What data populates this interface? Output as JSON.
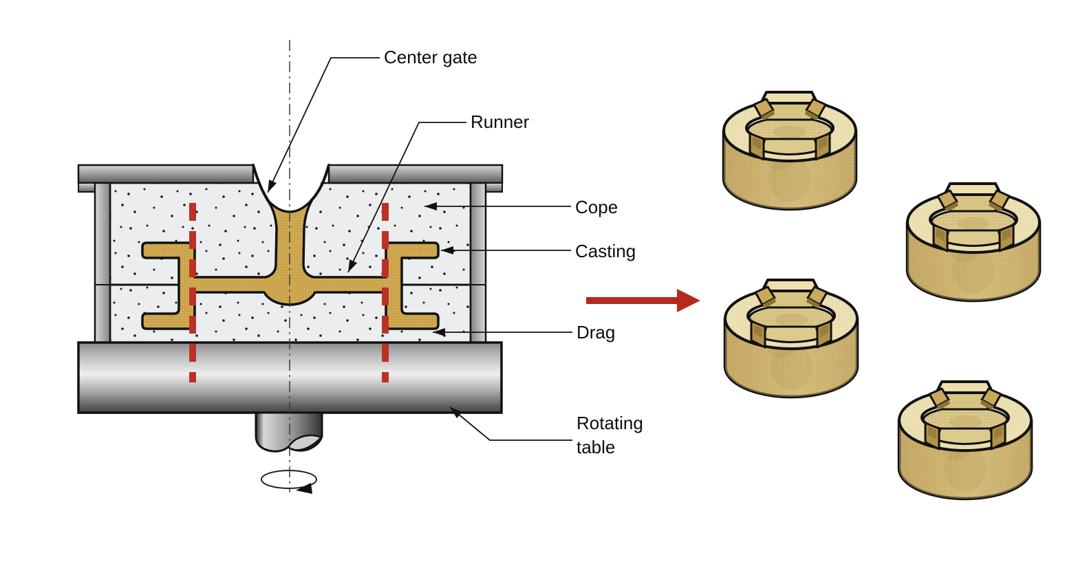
{
  "figure": {
    "labels": {
      "center_gate": "Center gate",
      "runner": "Runner",
      "cope": "Cope",
      "casting": "Casting",
      "drag": "Drag",
      "rotating_table": "Rotating table"
    },
    "castings": {
      "count": 4
    },
    "icons": {
      "process_arrow": "red-right-arrow",
      "rotation": "rotation-ellipse-arrow",
      "cut_lines": "red-dashed-cut-lines"
    },
    "colors": {
      "molten_metal": "#d2ab52",
      "casting_tan": "#c9ad67",
      "sand": "#ecedef",
      "flask_gray": "#9a9a9a",
      "cut_line_red": "#bb3125",
      "process_arrow_red": "#b5291e",
      "outline": "#111111"
    }
  }
}
